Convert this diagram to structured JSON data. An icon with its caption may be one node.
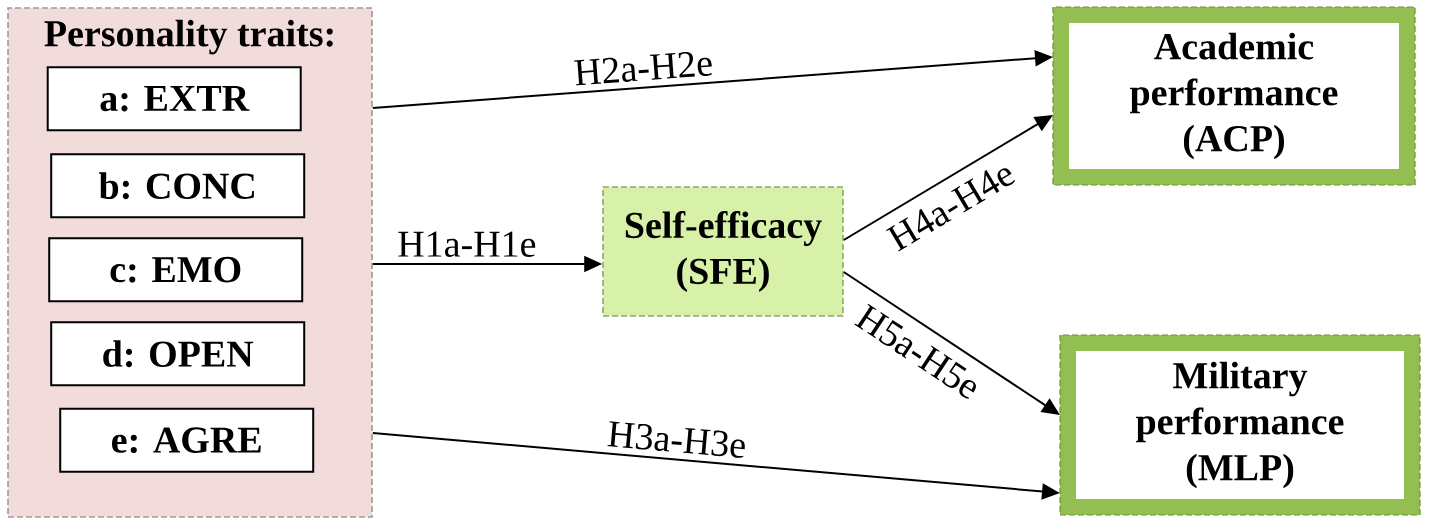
{
  "diagram": {
    "nodes": [
      {
        "text": [
          "Personality traits:"
        ]
      },
      {
        "text": [
          "a: EXTR"
        ],
        "in": 0
      },
      {
        "text": [
          "b: CONC"
        ],
        "in": 0
      },
      {
        "text": [
          "c: EMO"
        ],
        "in": 0
      },
      {
        "text": [
          "d: OPEN"
        ],
        "in": 0
      },
      {
        "text": [
          "e: AGRE"
        ],
        "in": 0
      },
      {
        "text": [
          "Self-efficacy (SFE)"
        ]
      },
      {
        "text": [
          "Academic performance (ACP)"
        ]
      },
      {
        "text": [
          "Military performance (MLP)"
        ]
      }
    ],
    "edges": [
      {
        "from": 0,
        "to": 7,
        "arrow": "to",
        "label": "H2a-H2e"
      },
      {
        "from": 0,
        "to": 6,
        "arrow": "to",
        "label": "H1a-H1e"
      },
      {
        "from": 6,
        "to": 7,
        "arrow": "to",
        "label": "H4a-H4e"
      },
      {
        "from": 6,
        "to": 8,
        "arrow": "to",
        "label": "H5a-H5e"
      },
      {
        "from": 0,
        "to": 8,
        "arrow": "to",
        "label": "H3a-H3e"
      }
    ]
  }
}
